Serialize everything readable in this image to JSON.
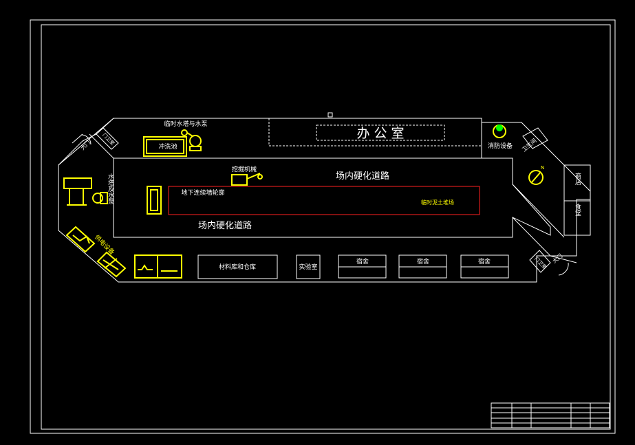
{
  "colors": {
    "background": "#000000",
    "line": "#ffffff",
    "equipment": "#ffff00",
    "storage_area": "#ff2020",
    "fire_equipment": "#00ff00"
  },
  "labels": {
    "office": "办 公 室",
    "water_tower_pump_top": "临时水塔与水泵",
    "wash_pool": "冲洗池",
    "gate_left": "大门",
    "guard_left": "门卫室",
    "fire_equipment": "消防设备",
    "toilet": "卫生间",
    "shop": "商店",
    "canteen": "食堂",
    "excavator": "挖掘机械",
    "road_top": "场内硬化道路",
    "road_bottom": "场内硬化道路",
    "water_tower_side": "水塔及水泵",
    "underground_tunnel": "地下连续墙轮廓",
    "temp_soil_yard": "临时泥土堆场",
    "power_equipment": "供电设备",
    "materials_warehouse": "材料库和仓库",
    "lab": "实验室",
    "dorm_1": "宿舍",
    "dorm_2": "宿舍",
    "dorm_3": "宿舍",
    "gate_right": "大门",
    "guard_right": "门卫室",
    "north_arrow": "N"
  }
}
